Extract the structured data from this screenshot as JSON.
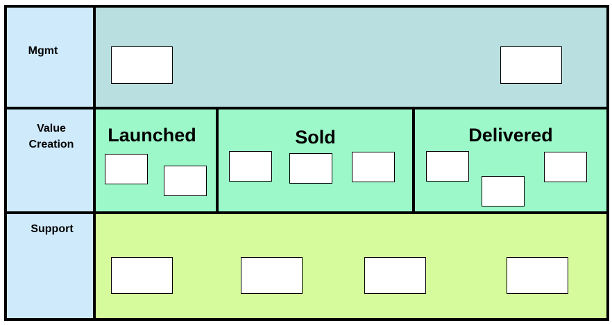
{
  "lanes": {
    "mgmt": "Mgmt",
    "value_creation": "Value\nCreation",
    "support": "Support"
  },
  "stages": {
    "launched": "Launched",
    "sold": "Sold",
    "delivered": "Delivered"
  },
  "colors": {
    "label_column": "#cfeafb",
    "mgmt_lane": "#b9dfe1",
    "value_creation_lane": "#9cf8c9",
    "support_lane": "#d6fb9c",
    "box_fill": "#ffffff",
    "border": "#000000"
  }
}
